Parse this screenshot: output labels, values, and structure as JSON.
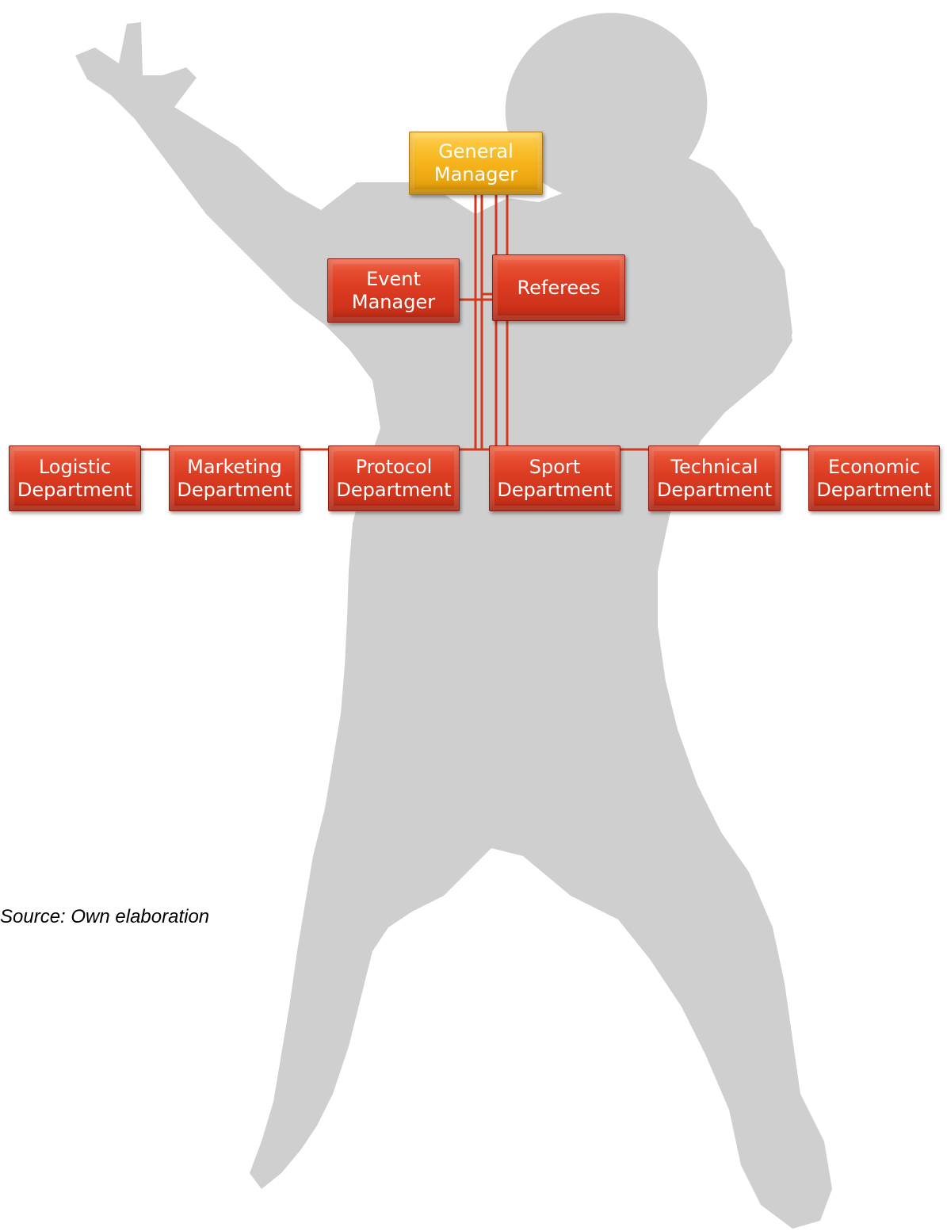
{
  "colors": {
    "manager_box": "#f6b41c",
    "department_box": "#dc3c22",
    "connector": "#d23a1e",
    "silhouette": "#cfcfcf"
  },
  "background_image": "tennis-player-silhouette",
  "nodes": {
    "general_manager": "General\nManager",
    "event_manager": "Event\nManager",
    "referees": "Referees",
    "logistic": "Logistic\nDepartment",
    "marketing": "Marketing\nDepartment",
    "protocol": "Protocol\nDepartment",
    "sport": "Sport\nDepartment",
    "technical": "Technical\nDepartment",
    "economic": "Economic\nDepartment"
  },
  "caption": "Source: Own elaboration"
}
